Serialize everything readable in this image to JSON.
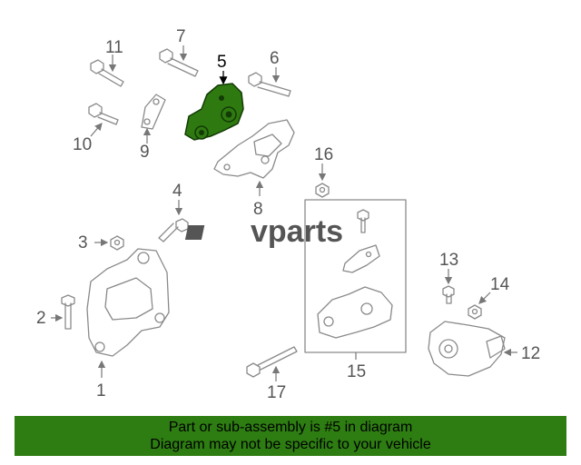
{
  "diagram": {
    "highlight_color": "#2f7a10",
    "callouts": [
      "1",
      "2",
      "3",
      "4",
      "5",
      "6",
      "7",
      "8",
      "9",
      "10",
      "11",
      "12",
      "13",
      "14",
      "15",
      "16",
      "17"
    ],
    "highlighted_part": "5"
  },
  "logo": {
    "text": "vparts"
  },
  "footer": {
    "background": "#2e7d12",
    "line1": "Part or sub-assembly is #5 in diagram",
    "line2": "Diagram may not be specific to your vehicle"
  }
}
